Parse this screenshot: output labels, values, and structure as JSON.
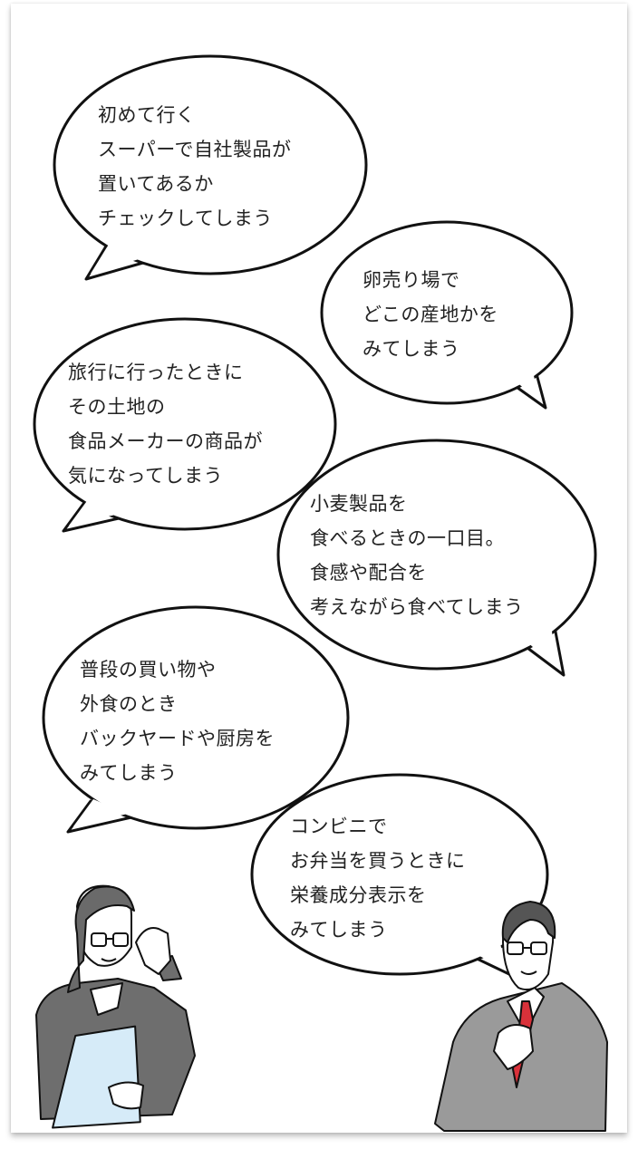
{
  "bubbles": [
    {
      "lines": [
        "初めて行く",
        "スーパーで自社製品が",
        "置いてあるか",
        "チェックしてしまう"
      ]
    },
    {
      "lines": [
        "卵売り場で",
        "どこの産地かを",
        "みてしまう"
      ]
    },
    {
      "lines": [
        "旅行に行ったときに",
        "その土地の",
        "食品メーカーの商品が",
        "気になってしまう"
      ]
    },
    {
      "lines": [
        "小麦製品を",
        "食べるときの一口目。",
        "食感や配合を",
        "考えながら食べてしまう"
      ]
    },
    {
      "lines": [
        "普段の買い物や",
        "外食のとき",
        "バックヤードや厨房を",
        "みてしまう"
      ]
    },
    {
      "lines": [
        "コンビニで",
        "お弁当を買うときに",
        "栄養成分表示を",
        "みてしまう"
      ]
    }
  ],
  "colors": {
    "suit_woman": "#6e6e6e",
    "suit_man": "#9a9a9a",
    "tie": "#d9313a",
    "folder": "#d6ebf8",
    "outline": "#111111"
  }
}
